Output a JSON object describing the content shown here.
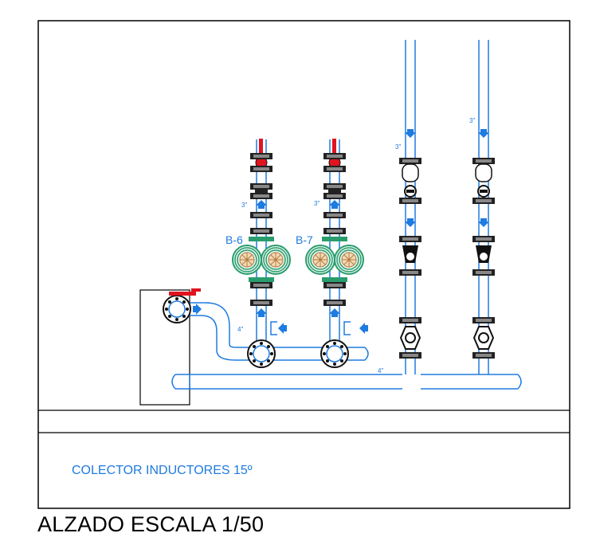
{
  "labels": {
    "pump_b6": "B-6",
    "pump_b7": "B-7",
    "size_3in": "3\"",
    "size_4in": "4\""
  },
  "caption": "COLECTOR INDUCTORES 15º",
  "view_title": "ALZADO ESCALA 1/50",
  "colors": {
    "pipe": "#1e7be0",
    "label": "#1e7be0",
    "pump": "#2a9d6e",
    "valve_red": "#e0141e",
    "frame": "#000000"
  },
  "icons": [
    "valve-handle-icon",
    "flow-arrow-icon",
    "pump-icon",
    "gate-valve-icon",
    "check-valve-icon",
    "ball-valve-icon"
  ]
}
